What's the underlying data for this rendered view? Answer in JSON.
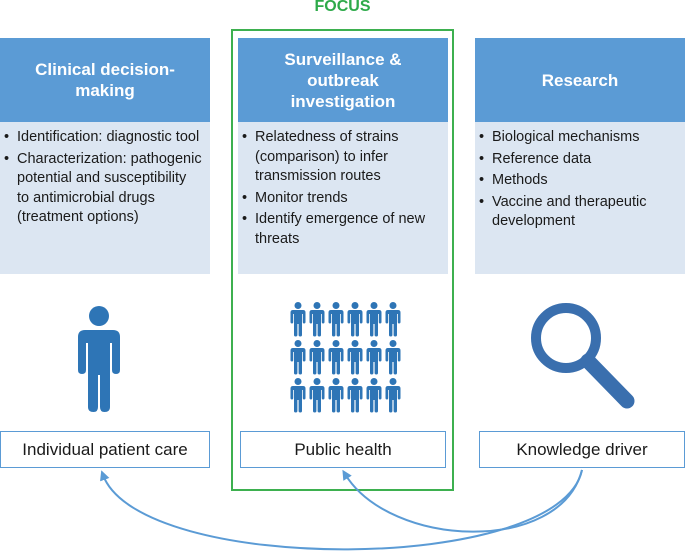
{
  "focus_label": "FOCUS",
  "columns": [
    {
      "header": "Clinical decision-making",
      "bullets": [
        "Identification: diagnostic tool",
        "Characterization: pathogenic potential and susceptibility to antimicrobial drugs (treatment options)"
      ],
      "icon": "person-icon",
      "outcome": "Individual patient care"
    },
    {
      "header": "Surveillance & outbreak investigation",
      "bullets": [
        "Relatedness of strains (comparison) to infer transmission routes",
        "Monitor trends",
        "Identify emergence of new threats"
      ],
      "icon": "population-icon",
      "outcome": "Public health"
    },
    {
      "header": "Research",
      "bullets": [
        "Biological mechanisms",
        "Reference data",
        "Methods",
        "Vaccine and therapeutic development"
      ],
      "icon": "magnifying-glass-icon",
      "outcome": "Knowledge driver"
    }
  ],
  "colors": {
    "header_blue": "#5b9bd5",
    "body_blue": "#dce6f2",
    "icon_blue": "#2e75b6",
    "magnifier_blue": "#3a6fae",
    "focus_green": "#3db04f"
  }
}
